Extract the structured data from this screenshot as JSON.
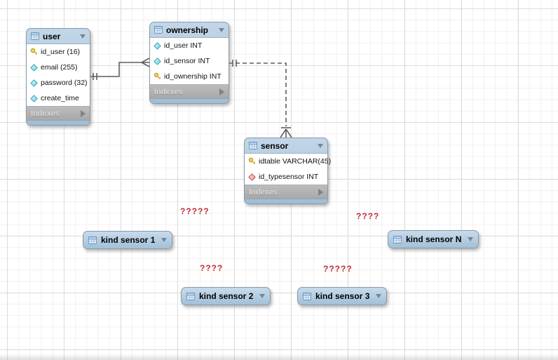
{
  "diagram": {
    "indexes_label": "Indexes",
    "tables": [
      {
        "id": "user",
        "title": "user",
        "fields": [
          {
            "icon": "primary-key",
            "label": "id_user (16)"
          },
          {
            "icon": "column-cyan",
            "label": "email (255)"
          },
          {
            "icon": "column-cyan",
            "label": "password (32)"
          },
          {
            "icon": "column-cyan",
            "label": "create_time"
          }
        ]
      },
      {
        "id": "ownership",
        "title": "ownership",
        "fields": [
          {
            "icon": "column-cyan",
            "label": "id_user INT"
          },
          {
            "icon": "column-cyan",
            "label": "id_sensor INT"
          },
          {
            "icon": "primary-key",
            "label": "id_ownership INT"
          }
        ]
      },
      {
        "id": "sensor",
        "title": "sensor",
        "fields": [
          {
            "icon": "primary-key",
            "label": "idtable VARCHAR(45)"
          },
          {
            "icon": "column-red",
            "label": "id_typesensor INT"
          }
        ]
      },
      {
        "id": "kind-sensor-1",
        "title": "kind sensor 1",
        "collapsed": true
      },
      {
        "id": "kind-sensor-2",
        "title": "kind sensor 2",
        "collapsed": true
      },
      {
        "id": "kind-sensor-3",
        "title": "kind sensor 3",
        "collapsed": true
      },
      {
        "id": "kind-sensor-n",
        "title": "kind sensor N",
        "collapsed": true
      }
    ],
    "annotations": [
      {
        "text": "?????"
      },
      {
        "text": "????"
      },
      {
        "text": "????"
      },
      {
        "text": "?????"
      }
    ],
    "colors": {
      "table_header_blue": "#b7cfe3",
      "table_border": "#8e9aa6",
      "indexes_gray": "#b2b2b2",
      "relationship_line": "#5f5f5f",
      "annotation_red": "#c0343e",
      "primary_key_yellow": "#f2d24a",
      "column_diamond_cyan": "#9fe2ec",
      "column_diamond_red": "#f0b3b6"
    }
  }
}
